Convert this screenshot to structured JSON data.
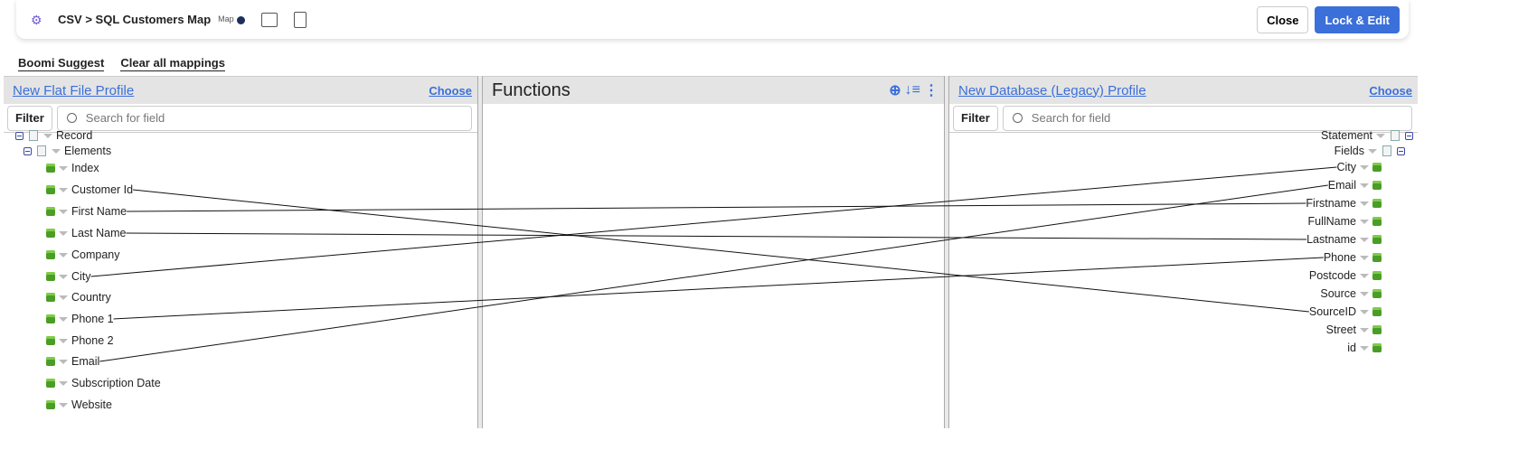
{
  "header": {
    "title": "CSV > SQL Customers Map",
    "badge": "Map",
    "close": "Close",
    "lock_edit": "Lock & Edit"
  },
  "toolbar": {
    "suggest": "Boomi Suggest",
    "clear": "Clear all mappings"
  },
  "source": {
    "profile": "New Flat File Profile",
    "choose": "Choose",
    "filter": "Filter",
    "search_placeholder": "Search for field",
    "root": "Record",
    "group": "Elements",
    "fields": [
      "Index",
      "Customer Id",
      "First Name",
      "Last Name",
      "Company",
      "City",
      "Country",
      "Phone 1",
      "Phone 2",
      "Email",
      "Subscription Date",
      "Website"
    ]
  },
  "functions": {
    "title": "Functions"
  },
  "target": {
    "profile": "New Database (Legacy) Profile",
    "choose": "Choose",
    "filter": "Filter",
    "search_placeholder": "Search for field",
    "root": "Statement",
    "group": "Fields",
    "fields": [
      "City",
      "Email",
      "Firstname",
      "FullName",
      "Lastname",
      "Phone",
      "Postcode",
      "Source",
      "SourceID",
      "Street",
      "id"
    ]
  },
  "mappings": [
    [
      "Customer Id",
      "SourceID"
    ],
    [
      "First Name",
      "Firstname"
    ],
    [
      "Last Name",
      "Lastname"
    ],
    [
      "City",
      "City"
    ],
    [
      "Phone 1",
      "Phone"
    ],
    [
      "Email",
      "Email"
    ]
  ]
}
